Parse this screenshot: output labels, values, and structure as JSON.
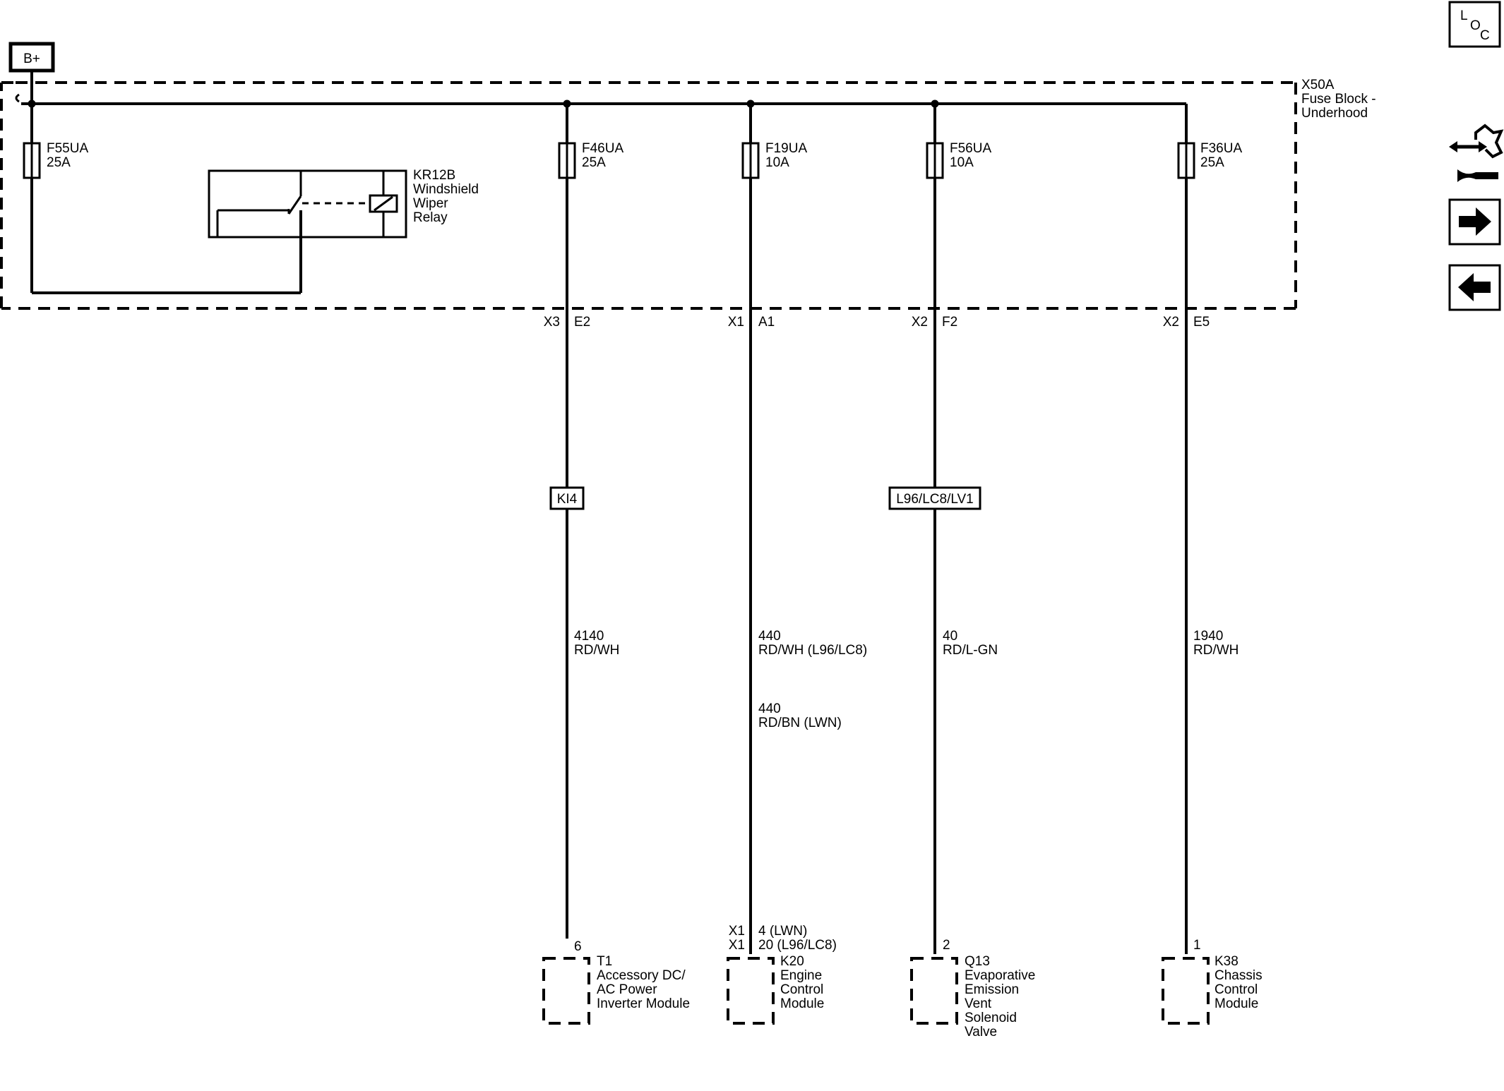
{
  "power_source": {
    "label": "B+"
  },
  "fuse_block": {
    "id": "X50A",
    "name_line1": "Fuse Block -",
    "name_line2": "Underhood"
  },
  "relay": {
    "id": "KR12B",
    "name_line1": "Windshield",
    "name_line2": "Wiper",
    "name_line3": "Relay"
  },
  "fuses": [
    {
      "id": "F55UA",
      "rating": "25A"
    },
    {
      "id": "F46UA",
      "rating": "25A"
    },
    {
      "id": "F19UA",
      "rating": "10A"
    },
    {
      "id": "F56UA",
      "rating": "10A"
    },
    {
      "id": "F36UA",
      "rating": "25A"
    }
  ],
  "block_connectors": [
    {
      "connector": "X3",
      "pin": "E2"
    },
    {
      "connector": "X1",
      "pin": "A1"
    },
    {
      "connector": "X2",
      "pin": "F2"
    },
    {
      "connector": "X2",
      "pin": "E5"
    }
  ],
  "options": {
    "circuit1": "KI4",
    "circuit3": "L96/LC8/LV1"
  },
  "wires": {
    "c1": {
      "num": "4140",
      "color": "RD/WH"
    },
    "c2a": {
      "num": "440",
      "color": "RD/WH (L96/LC8)"
    },
    "c2b": {
      "num": "440",
      "color": "RD/BN (LWN)"
    },
    "c3": {
      "num": "40",
      "color": "RD/L-GN"
    },
    "c4": {
      "num": "1940",
      "color": "RD/WH"
    }
  },
  "components": {
    "t1": {
      "pin": "6",
      "id": "T1",
      "line1": "Accessory DC/",
      "line2": "AC Power",
      "line3": "Inverter Module"
    },
    "k20": {
      "conn1": "X1",
      "pin1": "4 (LWN)",
      "conn2": "X1",
      "pin2": "20 (L96/LC8)",
      "id": "K20",
      "line1": "Engine",
      "line2": "Control",
      "line3": "Module"
    },
    "q13": {
      "pin": "2",
      "id": "Q13",
      "line1": "Evaporative",
      "line2": "Emission",
      "line3": "Vent",
      "line4": "Solenoid",
      "line5": "Valve"
    },
    "k38": {
      "pin": "1",
      "id": "K38",
      "line1": "Chassis",
      "line2": "Control",
      "line3": "Module"
    }
  },
  "side_panel": {
    "loc_l": "L",
    "loc_o": "O",
    "loc_c": "C",
    "icons": [
      "connector-tool-icon",
      "arrow-right-icon",
      "arrow-left-icon"
    ]
  }
}
